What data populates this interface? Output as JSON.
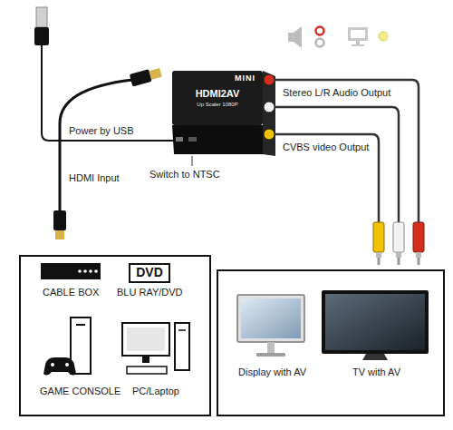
{
  "diagram": {
    "nodes": [
      {
        "text": [
          "MINI",
          "HDMI2AV",
          "Up Scaler 1080P"
        ]
      },
      {
        "text": [
          "DVD"
        ]
      }
    ],
    "labels": [
      "Power by USB",
      "HDMI Input",
      "Switch to NTSC",
      "Stereo L/R Audio Output",
      "CVBS video Output",
      "CABLE BOX",
      "BLU RAY/DVD",
      "GAME CONSOLE",
      "PC/Laptop",
      "Display with AV",
      "TV with AV"
    ]
  }
}
